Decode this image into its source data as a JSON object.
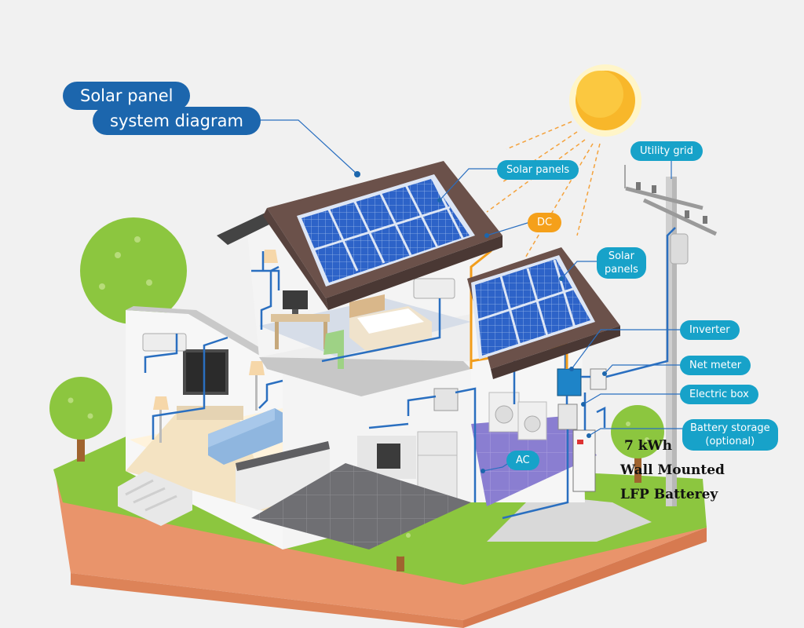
{
  "title": {
    "line1": "Solar panel",
    "line2": "system diagram"
  },
  "labels": {
    "solar_panels_main": "Solar panels",
    "dc": "DC",
    "solar_panels_secondary_line1": "Solar",
    "solar_panels_secondary_line2": "panels",
    "utility_grid": "Utility grid",
    "inverter": "Inverter",
    "net_meter": "Net meter",
    "electric_box": "Electric box",
    "battery_storage_line1": "Battery storage",
    "battery_storage_line2": "(optional)",
    "ac": "AC"
  },
  "battery_note": {
    "line1": "7 kWh",
    "line2": "Wall Mounted",
    "line3": "LFP Batterey"
  },
  "colors": {
    "label_blue": "#17a2c9",
    "title_navy": "#1c66ad",
    "dc_orange": "#f5a01a",
    "wire_blue": "#2a6fc0",
    "wire_orange": "#f29d1b",
    "panel_blue": "#2d63c8",
    "roof_brown": "#6b514a",
    "grass_green": "#8cc63f",
    "soil_orange": "#e9946b"
  }
}
